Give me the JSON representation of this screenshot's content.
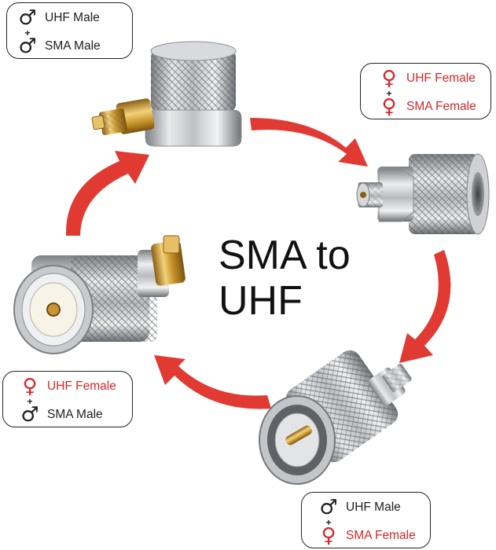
{
  "title": {
    "line1": "SMA to",
    "line2": "UHF"
  },
  "callouts": {
    "top_left": {
      "line1": {
        "symbol": "♂",
        "label": "UHF Male"
      },
      "plus": "+",
      "line2": {
        "symbol": "♂",
        "label": "SMA Male"
      }
    },
    "top_right": {
      "line1": {
        "symbol": "♀",
        "label": "UHF Female"
      },
      "plus": "+",
      "line2": {
        "symbol": "♀",
        "label": "SMA Female"
      }
    },
    "bottom_left": {
      "line1": {
        "symbol": "♀",
        "label": "UHF Female"
      },
      "plus": "+",
      "line2": {
        "symbol": "♂",
        "label": "SMA Male"
      }
    },
    "bottom_right": {
      "line1": {
        "symbol": "♂",
        "label": "UHF Male"
      },
      "plus": "+",
      "line2": {
        "symbol": "♀",
        "label": "SMA Female"
      }
    }
  },
  "colors": {
    "arrow": "#e03a33",
    "female": "#d7262a",
    "male": "#1d1d1d",
    "silver": "#c9cbcd",
    "gold": "#d8a93a"
  },
  "icons": [
    "male-symbol-icon",
    "female-symbol-icon",
    "curved-arrow-icon"
  ]
}
